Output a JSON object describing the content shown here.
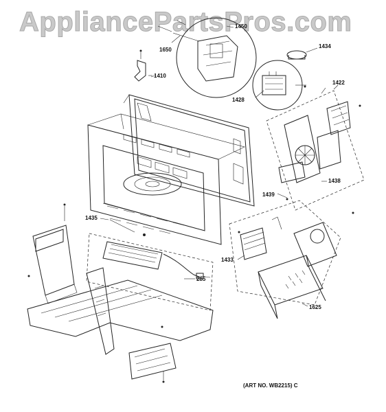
{
  "watermark": "AppliancePartsPros.com",
  "art_number": "(ART NO. WB2215) C",
  "callouts": {
    "c1650": "1650",
    "c1450": "1450",
    "c1434": "1434",
    "c1410": "1410",
    "c1428": "1428",
    "c1422": "1422",
    "c1438": "1438",
    "c1439": "1439",
    "c1435": "1435",
    "c1433": "1433",
    "c285": "285",
    "c1625": "1625"
  }
}
